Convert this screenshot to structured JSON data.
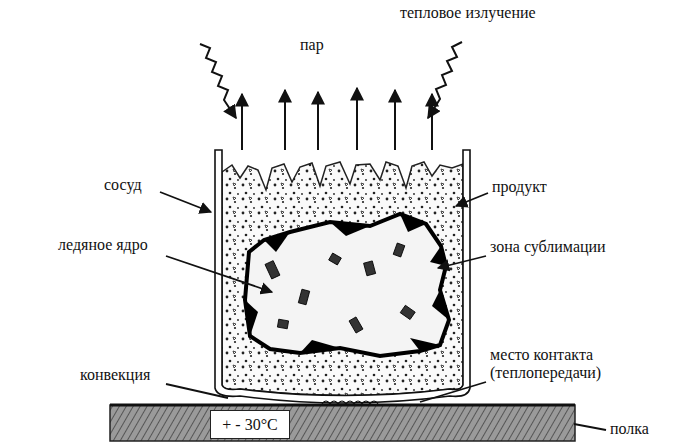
{
  "diagram": {
    "nodes": [
      {
        "text": [
          "+ - 30°C"
        ]
      }
    ],
    "labels": [
      "тепловое излучение",
      "пар",
      "сосуд",
      "продукт",
      "ледяное ядро",
      "зона сублимации",
      "конвекция",
      "место контакта (теплопередачи)",
      "полка"
    ]
  }
}
